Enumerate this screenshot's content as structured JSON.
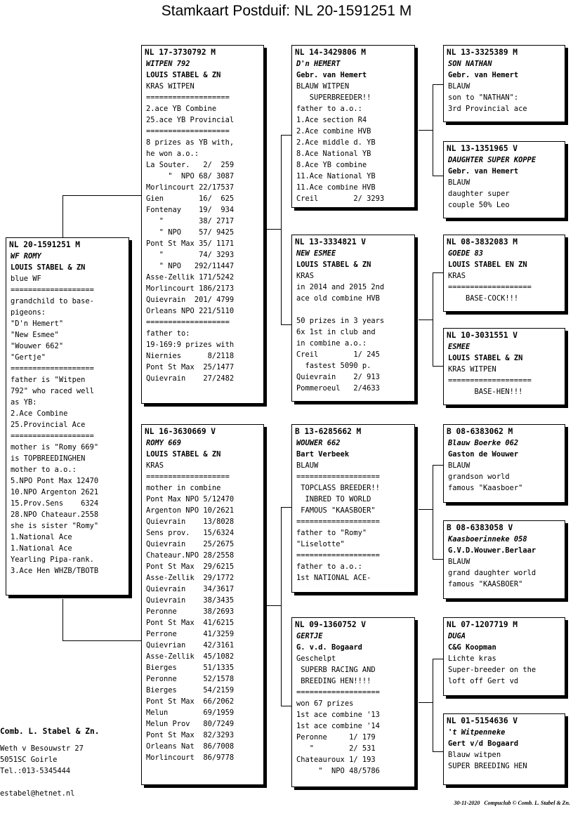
{
  "title": "Stamkaart Postduif: NL  20-1591251 M",
  "cards": {
    "c0": {
      "header": "NL  20-1591251 M",
      "name": "WF ROMY",
      "lines": [
        {
          "t": "LOUIS STABEL & ZN",
          "b": true
        },
        {
          "t": "blue WF"
        },
        {
          "t": "==================="
        },
        {
          "t": "grandchild to base-"
        },
        {
          "t": "pigeons:"
        },
        {
          "t": "\"D'n Hemert\""
        },
        {
          "t": "\"New Esmee\""
        },
        {
          "t": "\"Wouwer 662\""
        },
        {
          "t": "\"Gertje\""
        },
        {
          "t": "==================="
        },
        {
          "t": "father is \"Witpen"
        },
        {
          "t": "792\" who raced well"
        },
        {
          "t": "as YB:"
        },
        {
          "t": "2.Ace Combine"
        },
        {
          "t": "25.Provincial Ace"
        },
        {
          "t": "==================="
        },
        {
          "t": "mother is \"Romy 669\""
        },
        {
          "t": "is TOPBREEDINGHEN"
        },
        {
          "t": "mother to a.o.:"
        },
        {
          "t": "5.NPO Pont Max 12470"
        },
        {
          "t": "10.NPO Argenton 2621"
        },
        {
          "t": "15.Prov.Sens    6324"
        },
        {
          "t": "28.NPO Chateaur.2558"
        },
        {
          "t": "she is sister \"Romy\""
        },
        {
          "t": "1.National Ace"
        },
        {
          "t": "1.National Ace"
        },
        {
          "t": "Yearling Pipa-rank."
        },
        {
          "t": "3.Ace Hen WHZB/TBOTB"
        }
      ]
    },
    "c1": {
      "header": "NL  17-3730792 M",
      "name": "WITPEN 792",
      "lines": [
        {
          "t": "LOUIS STABEL & ZN",
          "b": true
        },
        {
          "t": "KRAS WITPEN"
        },
        {
          "t": "==================="
        },
        {
          "t": "2.ace YB Combine"
        },
        {
          "t": "25.ace YB Provincial"
        },
        {
          "t": "==================="
        },
        {
          "t": "8 prizes as YB with,"
        },
        {
          "t": "he won a.o.:"
        },
        {
          "t": "La Souter.   2/  259"
        },
        {
          "t": "     \"  NPO 68/ 3087"
        },
        {
          "t": "Morlincourt 22/17537"
        },
        {
          "t": "Gien        16/  625"
        },
        {
          "t": "Fontenay    19/  934"
        },
        {
          "t": "   \"        38/ 2717"
        },
        {
          "t": "   \" NPO    57/ 9425"
        },
        {
          "t": "Pont St Max 35/ 1171"
        },
        {
          "t": "   \"        74/ 3293"
        },
        {
          "t": "   \" NPO   292/11447"
        },
        {
          "t": "Asse-Zellik 171/5242"
        },
        {
          "t": "Morlincourt 186/2173"
        },
        {
          "t": "Quievrain  201/ 4799"
        },
        {
          "t": "Orleans NPO 221/5110"
        },
        {
          "t": "==================="
        },
        {
          "t": "father to:"
        },
        {
          "t": "19-169:9 prizes with"
        },
        {
          "t": "Niernies      8/2118"
        },
        {
          "t": "Pont St Max  25/1477"
        },
        {
          "t": "Quievrain    27/2482"
        }
      ]
    },
    "c2": {
      "header": "NL  16-3630669 V",
      "name": "ROMY 669",
      "lines": [
        {
          "t": "LOUIS STABEL & ZN",
          "b": true
        },
        {
          "t": "KRAS"
        },
        {
          "t": "==================="
        },
        {
          "t": "mother in combine"
        },
        {
          "t": "Pont Max NPO 5/12470"
        },
        {
          "t": "Argenton NPO 10/2621"
        },
        {
          "t": "Quievrain    13/8028"
        },
        {
          "t": "Sens prov.   15/6324"
        },
        {
          "t": "Quievrain    25/2675"
        },
        {
          "t": "Chateaur.NPO 28/2558"
        },
        {
          "t": "Pont St Max  29/6215"
        },
        {
          "t": "Asse-Zellik  29/1772"
        },
        {
          "t": "Quievrain    34/3617"
        },
        {
          "t": "Quievrain    38/3435"
        },
        {
          "t": "Peronne      38/2693"
        },
        {
          "t": "Pont St Max  41/6215"
        },
        {
          "t": "Perrone      41/3259"
        },
        {
          "t": "Quievrian    42/3161"
        },
        {
          "t": "Asse-Zellik  45/1082"
        },
        {
          "t": "Bierges      51/1335"
        },
        {
          "t": "Peronne      52/1578"
        },
        {
          "t": "Bierges      54/2159"
        },
        {
          "t": "Pont St Max  66/2062"
        },
        {
          "t": "Melun        69/1959"
        },
        {
          "t": "Melun Prov   80/7249"
        },
        {
          "t": "Pont St Max  82/3293"
        },
        {
          "t": "Orleans Nat  86/7008"
        },
        {
          "t": "Morlincourt  86/9778"
        }
      ]
    },
    "c3": {
      "header": "NL  14-3429806 M",
      "name": "D'n HEMERT",
      "lines": [
        {
          "t": "Gebr. van Hemert",
          "b": true
        },
        {
          "t": "BLAUW WITPEN"
        },
        {
          "t": "   SUPERBREEDER!!"
        },
        {
          "t": "father to a.o.:"
        },
        {
          "t": "1.Ace section R4"
        },
        {
          "t": "2.Ace combine HVB"
        },
        {
          "t": "2.Ace middle d. YB"
        },
        {
          "t": "8.Ace National YB"
        },
        {
          "t": "8.Ace YB combine"
        },
        {
          "t": "11.Ace National YB"
        },
        {
          "t": "11.Ace combine HVB"
        },
        {
          "t": "Creil        2/ 3293"
        }
      ]
    },
    "c4": {
      "header": "NL  13-3334821 V",
      "name": "NEW ESMEE",
      "lines": [
        {
          "t": "LOUIS STABEL & ZN",
          "b": true
        },
        {
          "t": "KRAS"
        },
        {
          "t": "in 2014 and 2015 2nd"
        },
        {
          "t": "ace old combine HVB"
        },
        {
          "t": ""
        },
        {
          "t": "50 prizes in 3 years"
        },
        {
          "t": "6x 1st in club and"
        },
        {
          "t": "in combine a.o.:"
        },
        {
          "t": "Creil        1/ 245"
        },
        {
          "t": "  fastest 5090 p."
        },
        {
          "t": "Quievrain    2/ 913"
        },
        {
          "t": "Pommeroeul   2/4633"
        }
      ]
    },
    "c5": {
      "header": "B   13-6285662 M",
      "name": "WOUWER 662",
      "lines": [
        {
          "t": "Bart Verbeek",
          "b": true
        },
        {
          "t": "BLAUW"
        },
        {
          "t": "==================="
        },
        {
          "t": " TOPCLASS BREEDER!!"
        },
        {
          "t": "  INBRED TO WORLD"
        },
        {
          "t": " FAMOUS \"KAASBOER\""
        },
        {
          "t": "==================="
        },
        {
          "t": "father to \"Romy\""
        },
        {
          "t": "\"Liselotte\""
        },
        {
          "t": "==================="
        },
        {
          "t": "father to a.o.:"
        },
        {
          "t": "1st NATIONAL ACE-"
        }
      ]
    },
    "c6": {
      "header": "NL  09-1360752 V",
      "name": "GERTJE",
      "lines": [
        {
          "t": "G. v.d. Bogaard",
          "b": true
        },
        {
          "t": "Geschelpt"
        },
        {
          "t": " SUPERB RACING AND"
        },
        {
          "t": " BREEDING HEN!!!!"
        },
        {
          "t": "==================="
        },
        {
          "t": "won 67 prizes"
        },
        {
          "t": "1st ace combine '13"
        },
        {
          "t": "1st ace combine '14"
        },
        {
          "t": "Peronne     1/ 179"
        },
        {
          "t": "   \"        2/ 531"
        },
        {
          "t": "Chateauroux 1/ 193"
        },
        {
          "t": "     \"  NPO 48/5786"
        }
      ]
    },
    "c7": {
      "header": "NL  13-3325389 M",
      "name": "SON NATHAN",
      "lines": [
        {
          "t": "Gebr. van Hemert",
          "b": true
        },
        {
          "t": "BLAUW"
        },
        {
          "t": "son to \"NATHAN\":"
        },
        {
          "t": "3rd Provincial ace"
        }
      ]
    },
    "c8": {
      "header": "NL  13-1351965 V",
      "name": "DAUGHTER SUPER KOPPE",
      "lines": [
        {
          "t": "Gebr. van Hemert",
          "b": true
        },
        {
          "t": "BLAUW"
        },
        {
          "t": "daughter super"
        },
        {
          "t": "couple 50% Leo"
        }
      ]
    },
    "c9": {
      "header": "NL  08-3832083 M",
      "name": "GOEDE 83",
      "lines": [
        {
          "t": "LOUIS STABEL EN ZN",
          "b": true
        },
        {
          "t": "KRAS"
        },
        {
          "t": "==================="
        },
        {
          "t": "    BASE-COCK!!!"
        }
      ]
    },
    "c10": {
      "header": "NL  10-3031551 V",
      "name": "ESMEE",
      "lines": [
        {
          "t": "LOUIS STABEL & ZN",
          "b": true
        },
        {
          "t": "KRAS WITPEN"
        },
        {
          "t": "==================="
        },
        {
          "t": "      BASE-HEN!!!"
        }
      ]
    },
    "c11": {
      "header": "B   08-6383062 M",
      "name": "Blauw Boerke 062",
      "lines": [
        {
          "t": "Gaston de Wouwer",
          "b": true
        },
        {
          "t": "BLAUW"
        },
        {
          "t": "grandson world"
        },
        {
          "t": "famous \"Kaasboer\""
        }
      ]
    },
    "c12": {
      "header": "B   08-6383058 V",
      "name": "Kaasboerinneke 058",
      "lines": [
        {
          "t": "G.V.D.Wouwer.Berlaar",
          "b": true
        },
        {
          "t": "BLAUW"
        },
        {
          "t": "grand daughter world"
        },
        {
          "t": "famous \"KAASBOER\""
        }
      ]
    },
    "c13": {
      "header": "NL  07-1207719 M",
      "name": "DUGA",
      "lines": [
        {
          "t": "C&G Koopman",
          "b": true
        },
        {
          "t": "Lichte kras"
        },
        {
          "t": "Super-breeder on the"
        },
        {
          "t": "loft off Gert vd"
        }
      ]
    },
    "c14": {
      "header": "NL  01-5154636 V",
      "name": "'t Witpenneke",
      "lines": [
        {
          "t": "Gert v/d Bogaard",
          "b": true
        },
        {
          "t": "Blauw witpen"
        },
        {
          "t": "SUPER BREEDING HEN"
        }
      ]
    }
  },
  "club": {
    "name": "Comb. L. Stabel & Zn.",
    "address": "Weth v Besouwstr 27",
    "postal": "5051SC  Goirle",
    "phone": "Tel.:013-5345444",
    "email": "estabel@hetnet.nl"
  },
  "footer": "30-11-2020   Compuclub © Comb. L. Stabel & Zn."
}
